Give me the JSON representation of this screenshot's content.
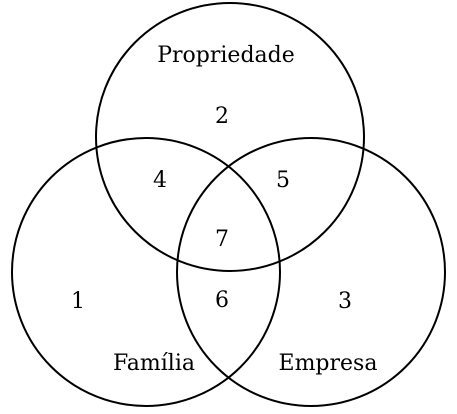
{
  "diagram": {
    "sets": [
      {
        "id": "propriedade",
        "label": "Propriedade"
      },
      {
        "id": "familia",
        "label": "Família"
      },
      {
        "id": "empresa",
        "label": "Empresa"
      }
    ],
    "regions": [
      {
        "id": "r1",
        "label": "1",
        "sets": [
          "familia"
        ]
      },
      {
        "id": "r2",
        "label": "2",
        "sets": [
          "propriedade"
        ]
      },
      {
        "id": "r3",
        "label": "3",
        "sets": [
          "empresa"
        ]
      },
      {
        "id": "r4",
        "label": "4",
        "sets": [
          "propriedade",
          "familia"
        ]
      },
      {
        "id": "r5",
        "label": "5",
        "sets": [
          "propriedade",
          "empresa"
        ]
      },
      {
        "id": "r6",
        "label": "6",
        "sets": [
          "familia",
          "empresa"
        ]
      },
      {
        "id": "r7",
        "label": "7",
        "sets": [
          "propriedade",
          "familia",
          "empresa"
        ]
      }
    ],
    "colors": {
      "stroke": "#000000",
      "background": "#ffffff"
    }
  }
}
